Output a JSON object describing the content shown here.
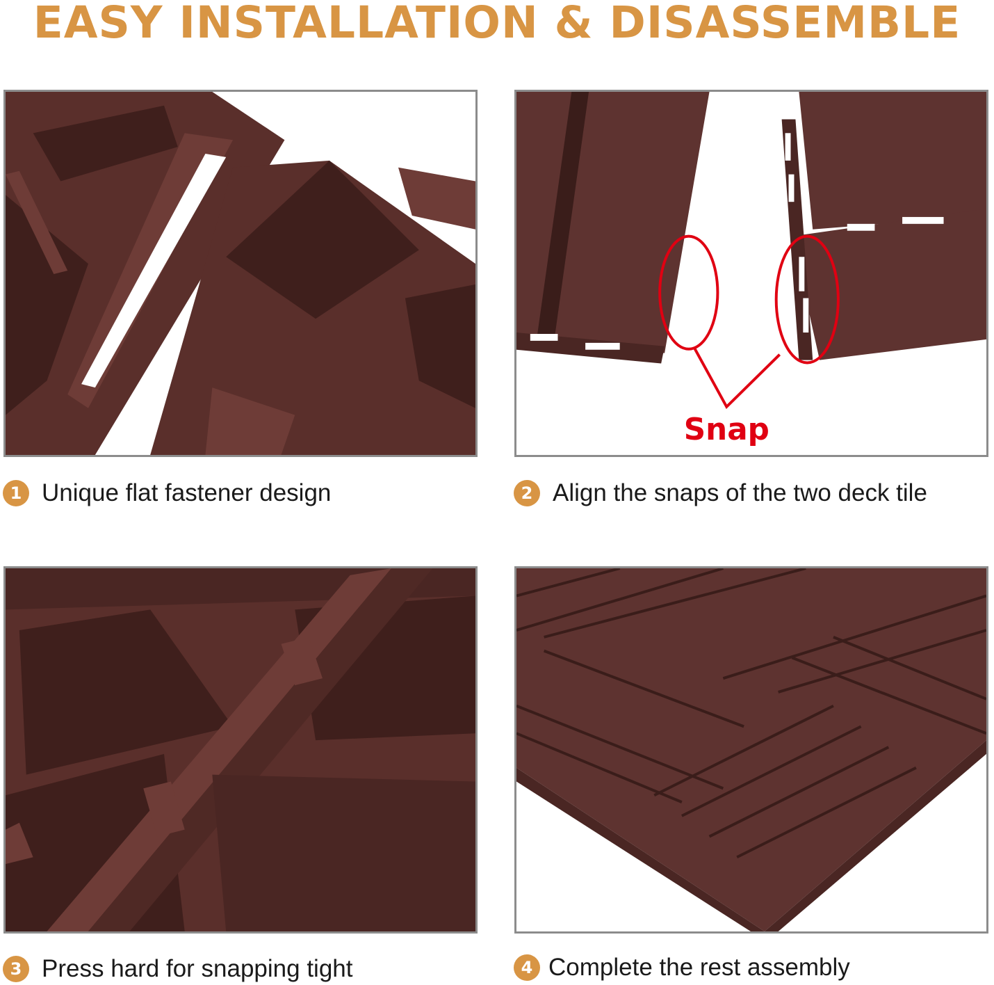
{
  "header": {
    "title": "EASY INSTALLATION & DISASSEMBLE"
  },
  "colors": {
    "accent": "#d89544",
    "tile": "#5a2f2b",
    "tile_dark": "#3f1f1c",
    "tile_light": "#6e3c37",
    "snap_highlight": "#e00012"
  },
  "steps": [
    {
      "number": "1",
      "caption": "Unique flat fastener design"
    },
    {
      "number": "2",
      "caption": "Align the snaps of the two deck tile"
    },
    {
      "number": "3",
      "caption": "Press hard for snapping tight"
    },
    {
      "number": "4",
      "caption": "Complete the rest assembly"
    }
  ],
  "panel2": {
    "annotation": "Snap"
  }
}
